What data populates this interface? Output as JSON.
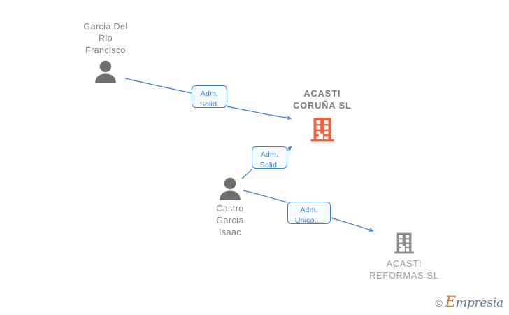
{
  "graph": {
    "title": "ACASTI CORUÑA SL corporate relations graph",
    "colors": {
      "edge": "#3c7fd0",
      "edge_box_fill": "#f7fafd",
      "focus_company": "#f4613a",
      "other_company": "#8c8c8c",
      "person": "#6e6e6e",
      "label_text": "#808080",
      "background": "#ffffff"
    },
    "persons": [
      {
        "id": "garcia-del-rio-francisco",
        "name": "Garcia Del\nRio\nFrancisco"
      },
      {
        "id": "castro-garcia-isaac",
        "name": "Castro\nGarcia\nIsaac"
      }
    ],
    "companies": [
      {
        "id": "acasti-coruna-sl",
        "name": "ACASTI\nCORUÑA  SL",
        "focus": true
      },
      {
        "id": "acasti-reformas-sl",
        "name": "ACASTI\nREFORMAS SL",
        "focus": false
      }
    ],
    "relations": [
      {
        "id": "rel-1",
        "from": "garcia-del-rio-francisco",
        "to": "acasti-coruna-sl",
        "label": "Adm.\nSolid."
      },
      {
        "id": "rel-2",
        "from": "castro-garcia-isaac",
        "to": "acasti-coruna-sl",
        "label": "Adm.\nSolid."
      },
      {
        "id": "rel-3",
        "from": "castro-garcia-isaac",
        "to": "acasti-reformas-sl",
        "label": "Adm.\nUnico,..."
      }
    ]
  },
  "watermark": {
    "copyright": "©",
    "brand_initial": "E",
    "brand_rest": "mpresia"
  }
}
